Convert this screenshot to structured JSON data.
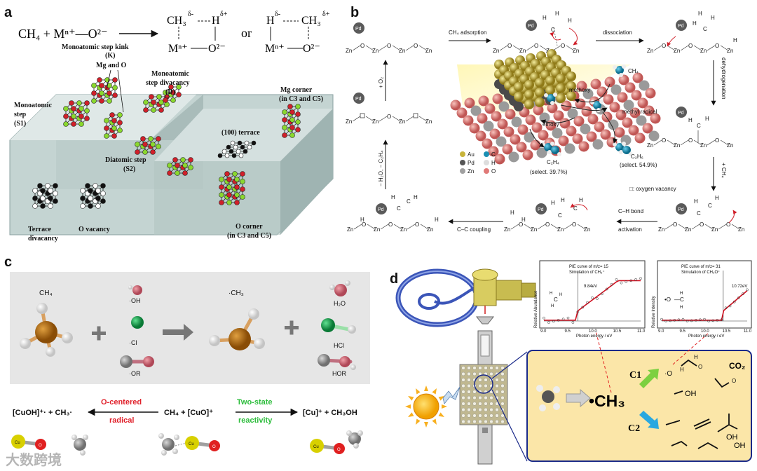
{
  "panels": {
    "a": {
      "label": "a",
      "equation": {
        "lhs": "CH₄ +  Mⁿ⁺—O²⁻",
        "or": "or",
        "left_complex": {
          "ch3": "CH₃",
          "h": "H",
          "m": "Mⁿ⁺",
          "o": "O²⁻"
        },
        "right_complex": {
          "h": "H",
          "ch3": "CH₃",
          "m": "Mⁿ⁺",
          "o": "O²⁻"
        }
      },
      "labels": {
        "kink": [
          "Monoatomic step kink",
          "(K)"
        ],
        "mg_o": "Mg and O",
        "divacancy": [
          "Monoatomic",
          "step divacancy",
          "(D)"
        ],
        "mg_corner": [
          "Mg corner",
          "(in C3 and C5)"
        ],
        "step_s1": [
          "Monoatomic",
          "step",
          "(S1)"
        ],
        "terrace100": "(100) terrace",
        "diatomic": [
          "Diatomic step",
          "(S2)"
        ],
        "terrace_div": [
          "Terrace",
          "divacancy"
        ],
        "o_vacancy": "O vacancy",
        "o_corner": [
          "O corner",
          "(in C3 and C5)"
        ]
      }
    },
    "b": {
      "label": "b",
      "pd": "Pd",
      "zn": "Zn",
      "o": "O",
      "h": "H",
      "c": "C",
      "steps": {
        "adsorption": "CH₄ adsorption",
        "dissociation": "dissociation",
        "dehydrogenation": "dehydrogenation",
        "plus_ch4": "+ CH₄",
        "ch_activation": [
          "C–H bond",
          "activation"
        ],
        "cc_coupling": "C–C coupling",
        "loss": "− H₂O, − C₂H₄",
        "plus_o2": "+ O₂"
      },
      "vacancy_note": "□: oxygen vacancy",
      "inset": {
        "ch4": "CH₄",
        "methoxy": "methoxy",
        "methyl_radical": "methyl radical",
        "ethoxy": "ethoxy",
        "c2h4": "C₂H₄",
        "c2h4_select": "(select. 39.7%)",
        "c2h6": "C₂H₆",
        "c2h6_select": "(select. 54.9%)",
        "legend": [
          {
            "label": "Au",
            "color": "#c8b43a"
          },
          {
            "label": "C",
            "color": "#1a8fb3"
          },
          {
            "label": "Pd",
            "color": "#555555"
          },
          {
            "label": "H",
            "color": "#dddddd"
          },
          {
            "label": "Zn",
            "color": "#a0a0a0"
          },
          {
            "label": "O",
            "color": "#e07a78"
          }
        ]
      }
    },
    "c": {
      "label": "c",
      "reactant": "CH₄",
      "radicals": [
        "·OH",
        "·Cl",
        "·OR"
      ],
      "product_radical": "·CH₃",
      "products": [
        "H₂O",
        "HCl",
        "HOR"
      ],
      "bottom": {
        "left": "[CuOH]⁺· + CH₃·",
        "center": "CH₄ + [CuO]⁺",
        "right": "[Cu]⁺ + CH₃OH",
        "o_centered": [
          "O-centered",
          "radical"
        ],
        "two_state": [
          "Two-state",
          "reactivity"
        ],
        "cu": "Cu",
        "o": "O",
        "h": "H"
      }
    },
    "d": {
      "label": "d",
      "plot1": {
        "legend1": "PIE curve of m/z= 15",
        "legend2": "Simulation of CH₃⁺",
        "ylabel": "Relative Abundance",
        "xlabel": "Photon energy / eV",
        "marker": "9.84eV",
        "ticks": [
          "9.0",
          "9.5",
          "10.0",
          "10.5",
          "11.0"
        ]
      },
      "plot2": {
        "legend1": "PIE curve of m/z= 31",
        "legend2": "Simulation of CH₃O⁺",
        "ylabel": "Relative Intensity",
        "xlabel": "Photon energy / eV",
        "marker": "10.72eV",
        "ticks": [
          "9.0",
          "9.5",
          "10.0",
          "10.5",
          "11.0"
        ]
      },
      "ch3": "•CH₃",
      "c1": "C1",
      "c2": "C2",
      "co2": "CO₂",
      "oh": "OH"
    }
  },
  "watermark": "大数跨境"
}
